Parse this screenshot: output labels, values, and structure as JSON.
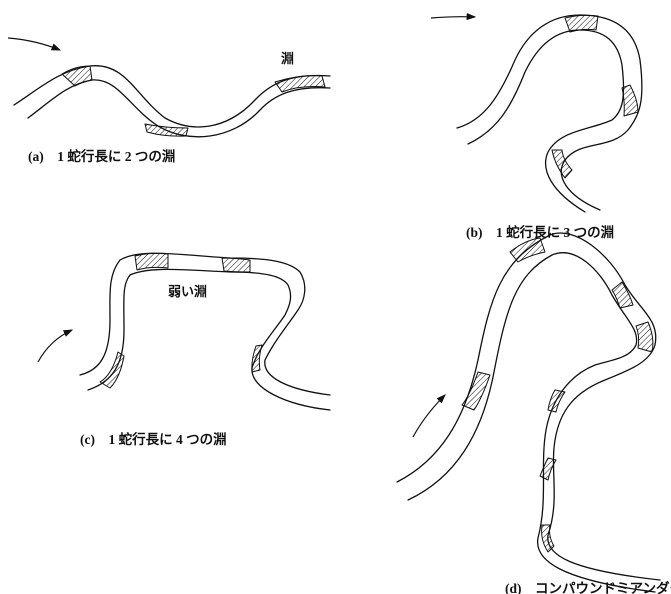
{
  "panels": {
    "a": {
      "label": "淵",
      "caption": "(a)　1 蛇行長に 2 つの淵"
    },
    "b": {
      "caption": "(b)　1 蛇行長に 3 つの淵"
    },
    "c": {
      "label": "弱い淵",
      "caption": "(c)　1 蛇行長に 4 つの淵"
    },
    "d": {
      "caption": "(d)　コンパウンドミアンダー"
    }
  },
  "colors": {
    "ink": "#111111",
    "background": "#ffffff"
  }
}
